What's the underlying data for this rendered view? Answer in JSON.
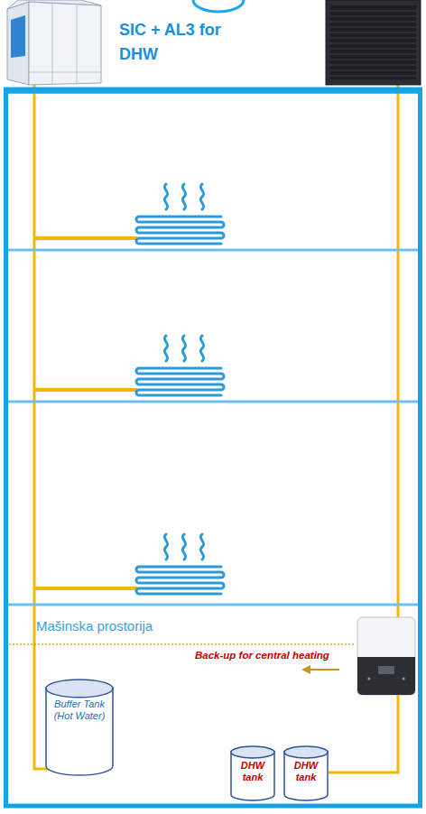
{
  "diagram": {
    "nodes": [
      {
        "text": [
          "Buffer Tank (Hot Water)"
        ]
      },
      {
        "text": [
          "DHW tank"
        ]
      },
      {
        "text": [
          "DHW tank"
        ]
      }
    ],
    "labels": [
      "SIC + AL3 for DHW",
      "Mašinska prostorija",
      "Back-up for central heating"
    ]
  }
}
